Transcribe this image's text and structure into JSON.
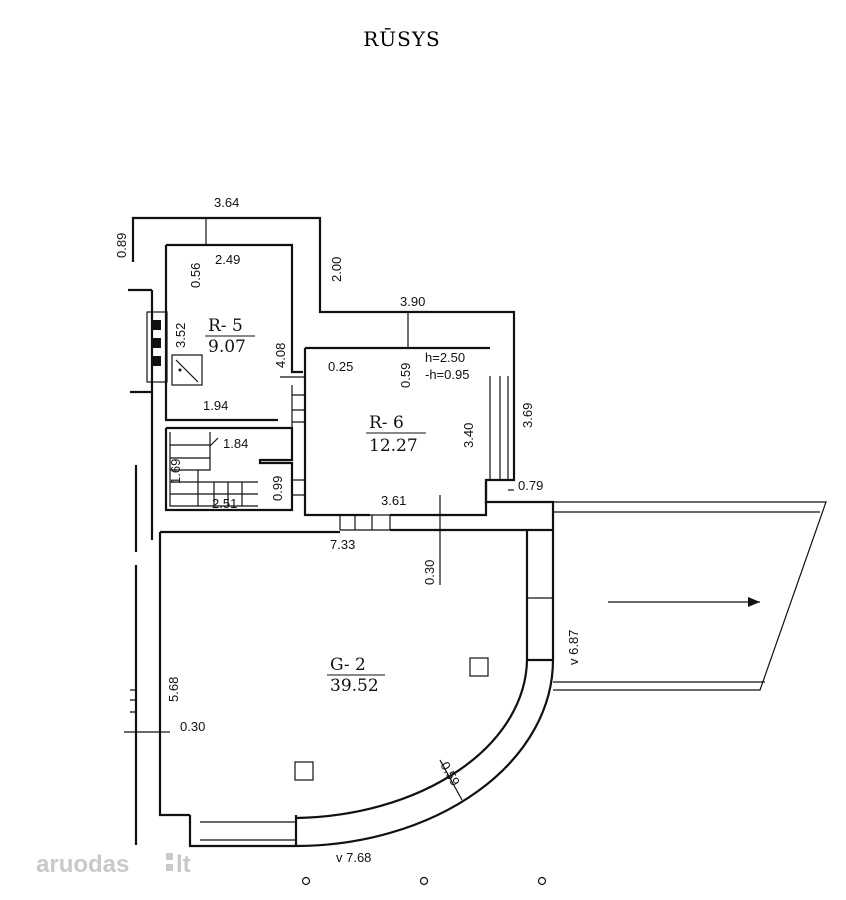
{
  "title": "RŪSYS",
  "rooms": [
    {
      "id": "R-5",
      "label": "R- 5",
      "area": "9.07"
    },
    {
      "id": "R-6",
      "label": "R- 6",
      "area": "12.27"
    },
    {
      "id": "G-2",
      "label": "G- 2",
      "area": "39.52"
    }
  ],
  "dimensions": {
    "d364": "3.64",
    "d089": "0.89",
    "d249": "2.49",
    "d056": "0.56",
    "d200": "2.00",
    "d390": "3.90",
    "d352": "3.52",
    "d408": "4.08",
    "d025": "0.25",
    "d059a": "0.59",
    "h250": "h=2.50",
    "hm095": "-h=0.95",
    "d369": "3.69",
    "d194": "1.94",
    "d184": "1.84",
    "d340": "3.40",
    "d169": "1.69",
    "d099": "0.99",
    "d251": "2.51",
    "d361": "3.61",
    "d079": "0.79",
    "d733": "7.33",
    "d030a": "0.30",
    "d687": "v 6.87",
    "d568": "5.68",
    "d030b": "0.30",
    "d059b": "0.59",
    "d768": "v 7.68"
  },
  "watermark": {
    "brand": "aruodas",
    "tld": "lt"
  }
}
